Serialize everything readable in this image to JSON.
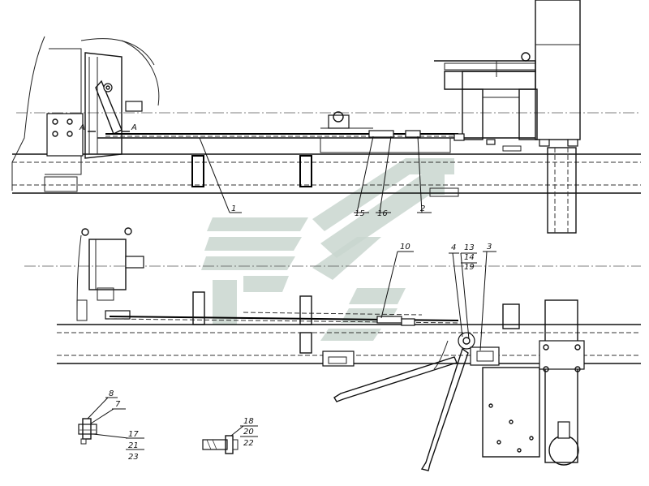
{
  "section_mark": "A",
  "colors": {
    "line": "#111111",
    "watermark": "#c9d6cf",
    "background": "#ffffff"
  },
  "callouts_top": [
    "1",
    "15",
    "16",
    "2"
  ],
  "callouts_bottom": [
    "10",
    "4",
    "13",
    "14",
    "19",
    "3"
  ],
  "detail_left": [
    "8",
    "7",
    "17",
    "21",
    "23"
  ],
  "detail_right": [
    "18",
    "20",
    "22"
  ],
  "watermark_icon": "logo-icon"
}
